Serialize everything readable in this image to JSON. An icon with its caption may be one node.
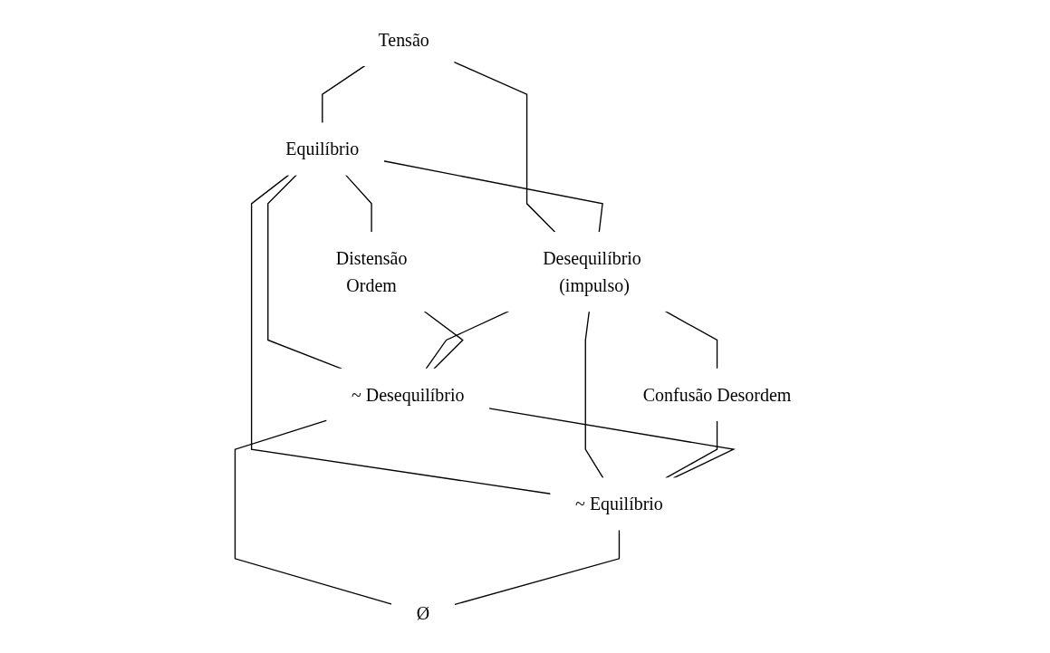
{
  "diagram": {
    "nodes": [
      {
        "text": [
          "Tensão"
        ]
      },
      {
        "text": [
          "Equilíbrio"
        ]
      },
      {
        "text": [
          "Desequilíbrio (impulso)"
        ]
      },
      {
        "text": [
          "Distensão",
          "Ordem"
        ]
      },
      {
        "text": [
          "Confusão Desordem"
        ]
      },
      {
        "text": [
          "~ Desequilíbrio"
        ]
      },
      {
        "text": [
          "~ Equilíbrio"
        ]
      },
      {
        "text": [
          "Ø"
        ]
      }
    ],
    "edges": [
      {
        "from": 0,
        "to": 1,
        "arrow": "none"
      },
      {
        "from": 0,
        "to": 2,
        "arrow": "none"
      },
      {
        "from": 1,
        "to": 2,
        "arrow": "none"
      },
      {
        "from": 1,
        "to": 3,
        "arrow": "none"
      },
      {
        "from": 2,
        "to": 4,
        "arrow": "none"
      },
      {
        "from": 1,
        "to": 5,
        "arrow": "none"
      },
      {
        "from": 1,
        "to": 6,
        "arrow": "none"
      },
      {
        "from": 2,
        "to": 5,
        "arrow": "none"
      },
      {
        "from": 2,
        "to": 6,
        "arrow": "none"
      },
      {
        "from": 3,
        "to": 5,
        "arrow": "none"
      },
      {
        "from": 4,
        "to": 6,
        "arrow": "none"
      },
      {
        "from": 5,
        "to": 6,
        "arrow": "none"
      },
      {
        "from": 5,
        "to": 7,
        "arrow": "none"
      },
      {
        "from": 6,
        "to": 7,
        "arrow": "none"
      }
    ]
  }
}
